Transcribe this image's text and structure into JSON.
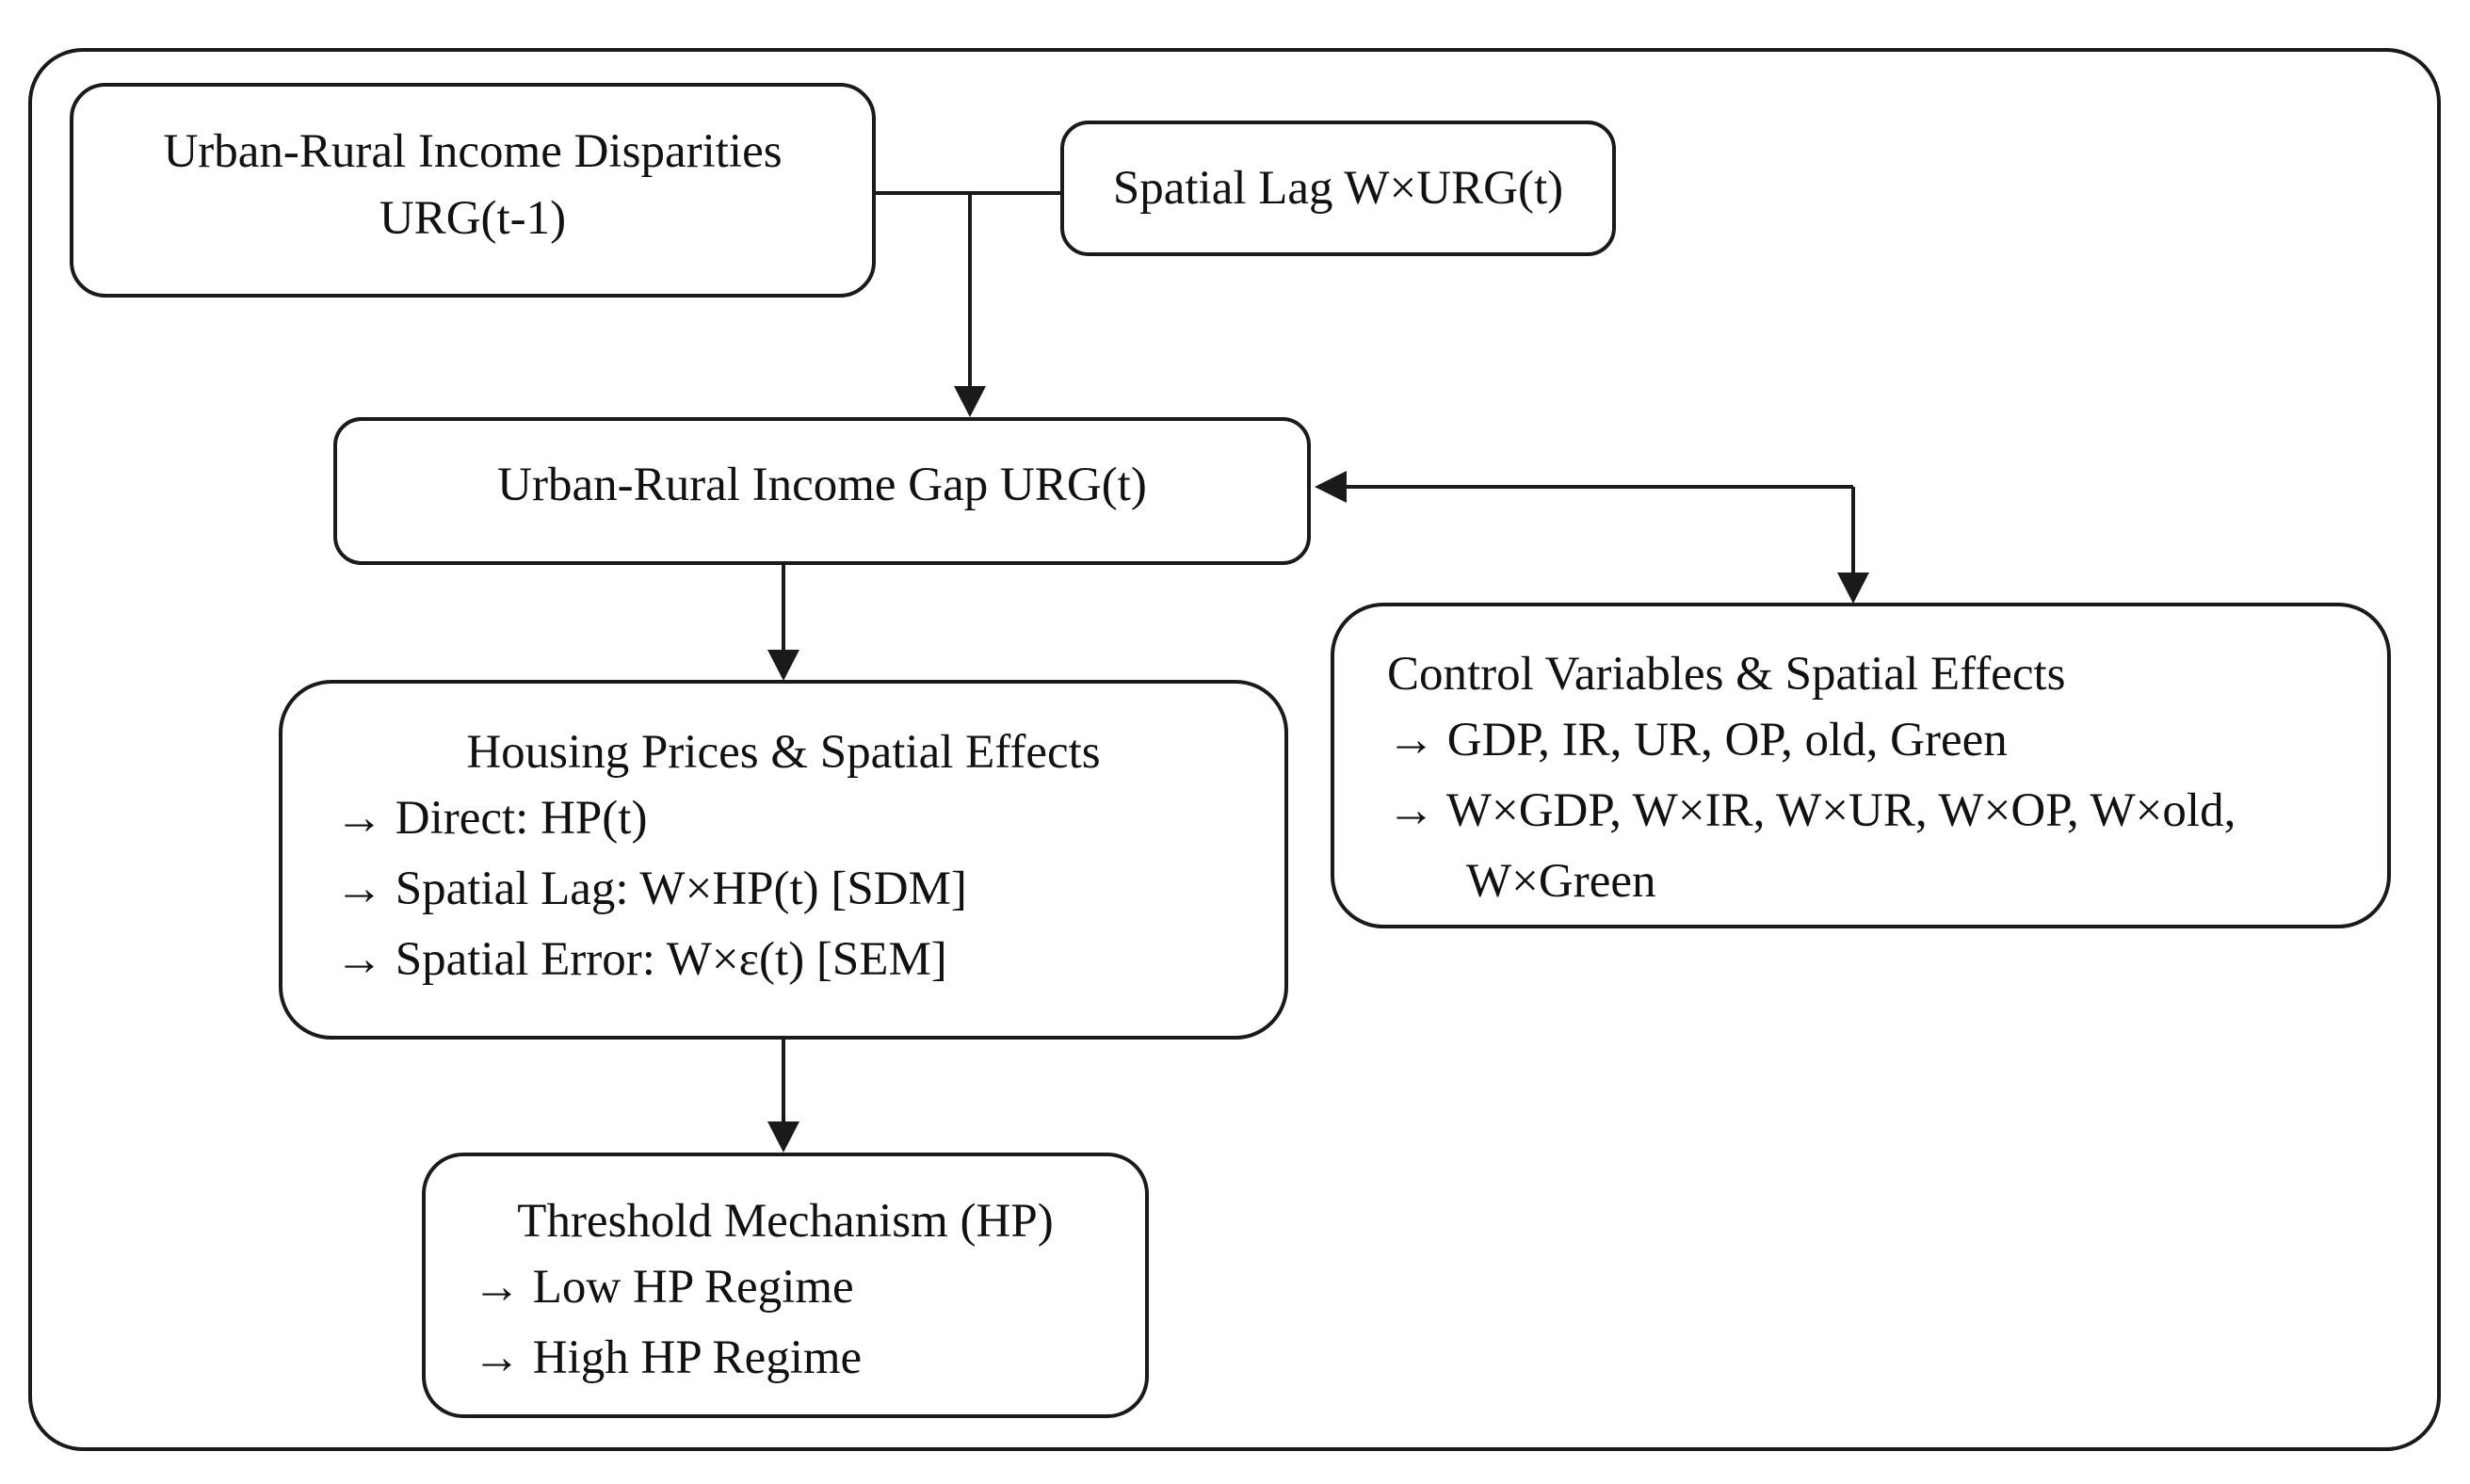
{
  "nodes": {
    "urg_lag": {
      "line1": "Urban-Rural Income Disparities",
      "line2": "URG(t-1)"
    },
    "spatial_lag": {
      "label": "Spatial Lag W×URG(t)"
    },
    "urg": {
      "label": "Urban-Rural Income Gap URG(t)"
    },
    "housing": {
      "title": "Housing Prices & Spatial Effects",
      "items": [
        "→  Direct: HP(t)",
        "→ Spatial Lag: W×HP(t) [SDM]",
        "→ Spatial Error: W×ε(t) [SEM]"
      ]
    },
    "control": {
      "title": "Control Variables & Spatial Effects",
      "items": [
        "→  GDP, IR, UR, OP, old, Green",
        "→  W×GDP, W×IR, W×UR, W×OP, W×old,",
        "W×Green"
      ]
    },
    "threshold": {
      "title": "Threshold Mechanism (HP)",
      "items": [
        "→  Low HP Regime",
        "→ High HP Regime"
      ]
    }
  },
  "edges": [
    {
      "from": "urg_lag",
      "to": "urg",
      "style": "arrow"
    },
    {
      "from": "spatial_lag",
      "to": "urg",
      "style": "arrow"
    },
    {
      "from": "urg",
      "to": "housing",
      "style": "arrow"
    },
    {
      "from": "urg",
      "to": "control",
      "style": "double-arrow"
    },
    {
      "from": "housing",
      "to": "threshold",
      "style": "arrow"
    }
  ]
}
